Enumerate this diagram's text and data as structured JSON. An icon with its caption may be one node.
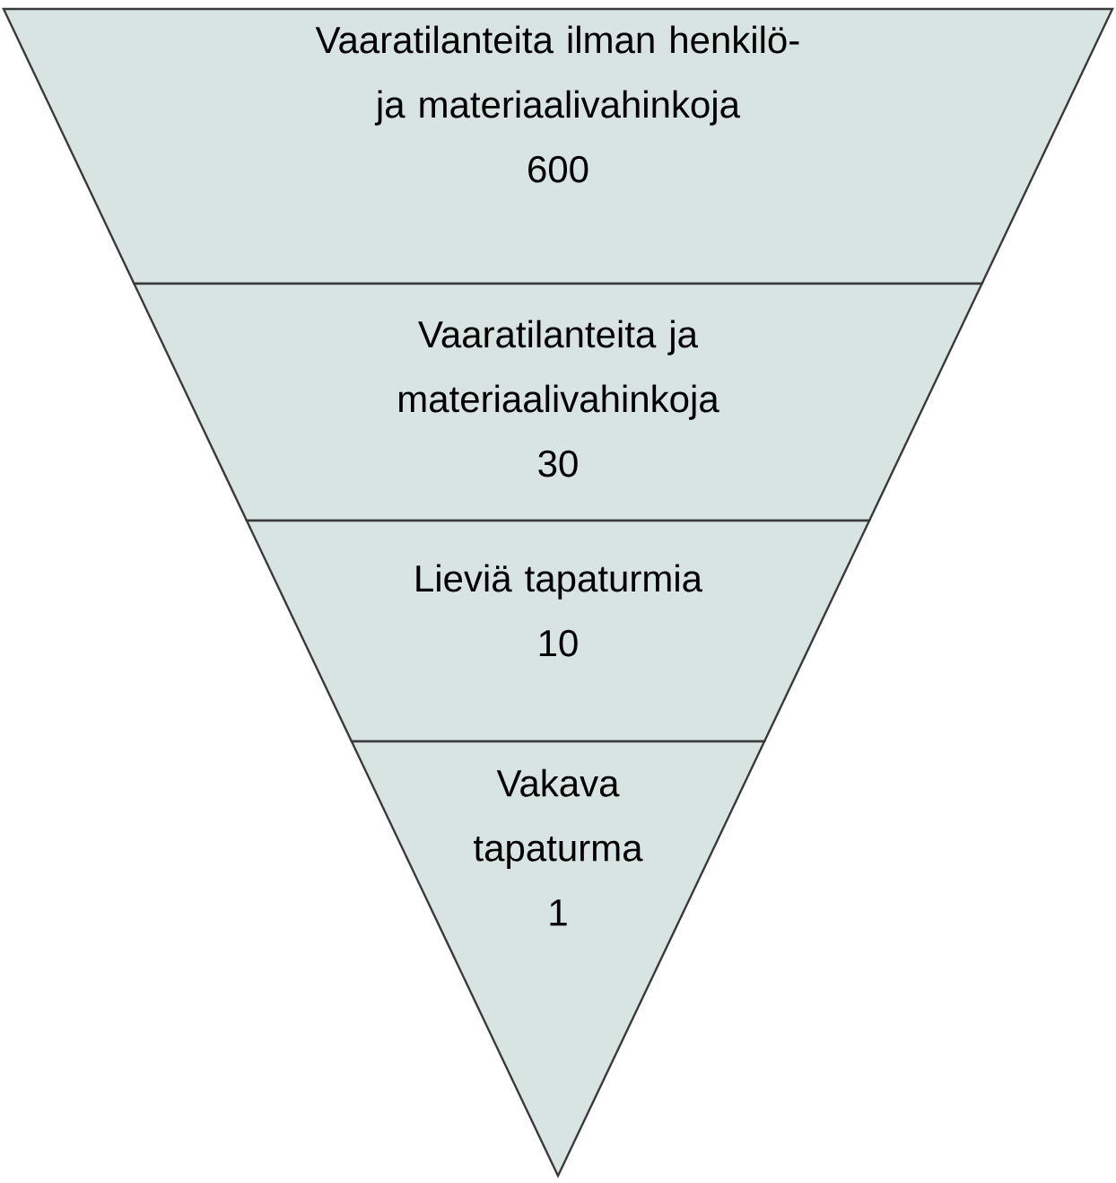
{
  "diagram": {
    "nodes": [
      {
        "text": [
          "Vaaratilanteita ilman henkilö- ja materiaalivahinkoja",
          "600"
        ]
      },
      {
        "text": [
          "Vaaratilanteita ja materiaalivahinkoja",
          "30"
        ]
      },
      {
        "text": [
          "Lieviä tapaturmia",
          "10"
        ]
      },
      {
        "text": [
          "Vakava tapaturma",
          "1"
        ]
      }
    ]
  }
}
